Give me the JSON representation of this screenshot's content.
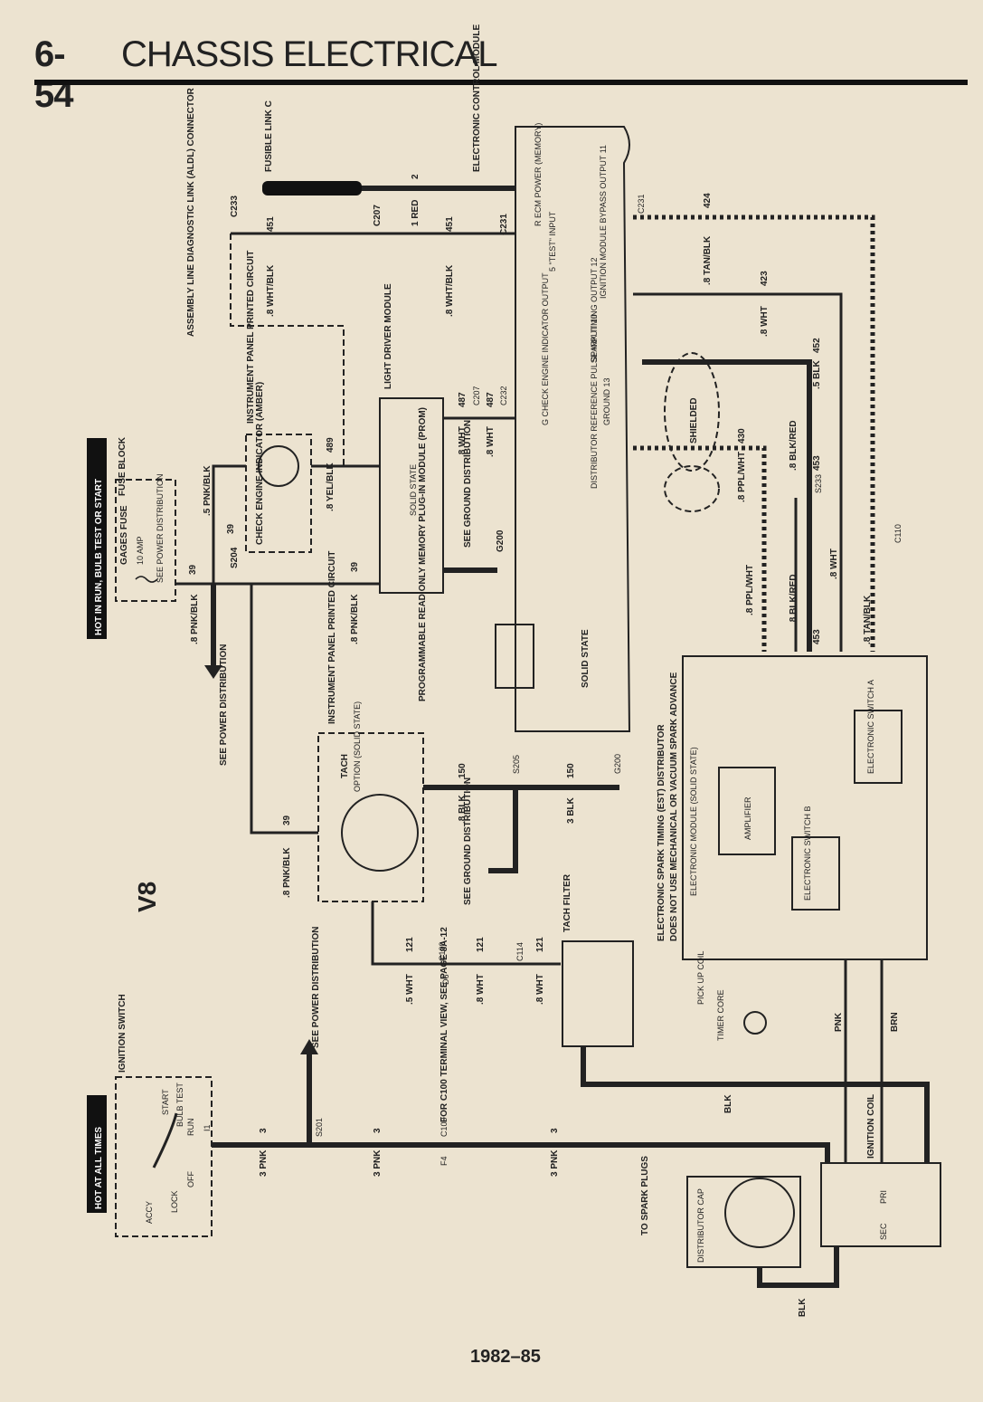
{
  "header": {
    "page_number": "6-54",
    "section_title": "CHASSIS ELECTRICAL"
  },
  "footer": {
    "years": "1982–85"
  },
  "diagram": {
    "power_labels": {
      "hot_run": "HOT IN RUN, BULB TEST OR START",
      "hot_all": "HOT AT ALL TIMES"
    },
    "fuse_block": "FUSE BLOCK",
    "gages_fuse": "GAGES FUSE",
    "fuse_amp": "10 AMP",
    "see_power_dist": "SEE POWER DISTRIBUTION",
    "ignition_switch": "IGNITION SWITCH",
    "switch_positions": {
      "accy": "ACCY",
      "lock": "LOCK",
      "off": "OFF",
      "run": "RUN",
      "bulb_test": "BULB TEST",
      "start": "START",
      "i1": "I1"
    },
    "check_engine": "CHECK ENGINE INDICATOR (AMBER)",
    "instrument_panel_pc": "INSTRUMENT PANEL PRINTED CIRCUIT",
    "ldm": "LIGHT DRIVER MODULE",
    "solid_state": "SOLID STATE",
    "see_ground_dist": "SEE GROUND DISTRIBUTION",
    "ecm": "ELECTRONIC CONTROL MODULE",
    "prom": "PROGRAMMABLE READ ONLY MEMORY PLUG-IN MODULE (PROM)",
    "aldl": "ASSEMBLY LINE DIAGNOSTIC LINK (ALDL) CONNECTOR",
    "fusible_link": "FUSIBLE LINK C",
    "tach": "TACH",
    "tach_option": "OPTION (SOLID STATE)",
    "tach_filter": "TACH FILTER",
    "v8": "V8",
    "c100_note": "FOR C100 TERMINAL VIEW, SEE PAGE 8A-12",
    "shielded": "SHIELDED",
    "distributor_title": "ELECTRONIC SPARK TIMING (EST) DISTRIBUTOR",
    "distributor_note": "DOES NOT USE MECHANICAL OR VACUUM SPARK ADVANCE",
    "electronic_module": "ELECTRONIC MODULE (SOLID STATE)",
    "amplifier": "AMPLIFIER",
    "electronic_switch_a": "ELECTRONIC SWITCH A",
    "electronic_switch_b": "ELECTRONIC SWITCH B",
    "pick_up_coil": "PICK UP COIL",
    "timer_core": "TIMER CORE",
    "ignition_coil": "IGNITION COIL",
    "pri": "PRI",
    "sec": "SEC",
    "distributor_cap": "DISTRIBUTOR CAP",
    "to_spark_plugs": "TO SPARK PLUGS",
    "ecm_pins": {
      "r": "R  ECM POWER (MEMORY)",
      "five": "5  \"TEST\" INPUT",
      "eleven": "IGNITION MODULE BYPASS OUTPUT 11",
      "twelve": "SPARK TIMING OUTPUT 12",
      "thirteen": "GROUND 13",
      "g": "G  CHECK ENGINE INDICATOR OUTPUT",
      "ten": "DISTRIBUTOR REFERENCE PULSE INPUT 10"
    },
    "wires": {
      "pnk_blk_8": ".8 PNK/BLK",
      "pnk_blk_5": ".5 PNK/BLK",
      "yel_blk": ".8 YEL/BLK",
      "wht_blk": ".8 WHT/BLK",
      "red_1": "1 RED",
      "wht_8": ".8 WHT",
      "blk_8": ".8 BLK",
      "blk_3": "3 BLK",
      "wht_5": ".5 WHT",
      "pnk_3": "3 PNK",
      "ppl_wht": ".8 PPL/WHT",
      "blk_red": ".8 BLK/RED",
      "tan_blk": ".8 TAN/BLK",
      "blk_5": ".5 BLK",
      "pnk": "PNK",
      "brn": "BRN",
      "blk": "BLK"
    },
    "circuits": {
      "c39": "39",
      "c451": "451",
      "c489": "489",
      "c487": "487",
      "c150": "150",
      "c121": "121",
      "c3": "3",
      "c430": "430",
      "c453": "453",
      "c423": "423",
      "c424": "424",
      "c452": "452",
      "c2": "2"
    },
    "connectors": {
      "s204": "S204",
      "s201": "S201",
      "s205": "S205",
      "s233": "S233",
      "c233": "C233",
      "c207": "C207",
      "c231": "C231",
      "c232": "C232",
      "c100": "C100",
      "c114": "C114",
      "c110": "C110",
      "g200": "G200",
      "d6": "D6",
      "f4": "F4"
    }
  }
}
